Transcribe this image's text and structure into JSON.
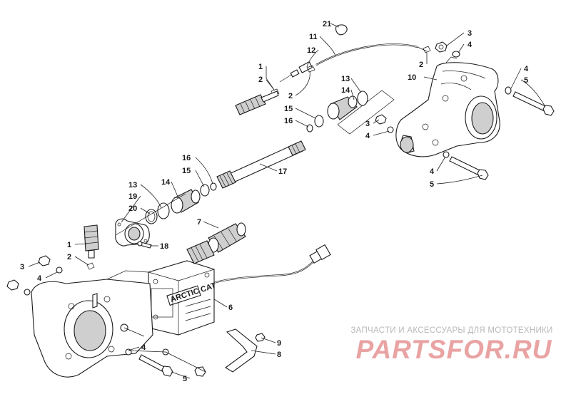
{
  "diagram": {
    "callouts": [
      {
        "id": "c21a",
        "label": "21"
      },
      {
        "id": "c11a",
        "label": "11"
      },
      {
        "id": "c12a",
        "label": "12"
      },
      {
        "id": "c1a",
        "label": "1"
      },
      {
        "id": "c2a",
        "label": "2"
      },
      {
        "id": "c2b",
        "label": "2"
      },
      {
        "id": "c2c",
        "label": "2"
      },
      {
        "id": "c3a",
        "label": "3"
      },
      {
        "id": "c4a",
        "label": "4"
      },
      {
        "id": "c10a",
        "label": "10"
      },
      {
        "id": "c4b",
        "label": "4"
      },
      {
        "id": "c5a",
        "label": "5"
      },
      {
        "id": "c13a",
        "label": "13"
      },
      {
        "id": "c14a",
        "label": "14"
      },
      {
        "id": "c15a",
        "label": "15"
      },
      {
        "id": "c16a",
        "label": "16"
      },
      {
        "id": "c3b",
        "label": "3"
      },
      {
        "id": "c4c",
        "label": "4"
      },
      {
        "id": "c16b",
        "label": "16"
      },
      {
        "id": "c15b",
        "label": "15"
      },
      {
        "id": "c17a",
        "label": "17"
      },
      {
        "id": "c4d",
        "label": "4"
      },
      {
        "id": "c5b",
        "label": "5"
      },
      {
        "id": "c13b",
        "label": "13"
      },
      {
        "id": "c19a",
        "label": "19"
      },
      {
        "id": "c14b",
        "label": "14"
      },
      {
        "id": "c20a",
        "label": "20"
      },
      {
        "id": "c7a",
        "label": "7"
      },
      {
        "id": "c1b",
        "label": "1"
      },
      {
        "id": "c18a",
        "label": "18"
      },
      {
        "id": "c2d",
        "label": "2"
      },
      {
        "id": "c3c",
        "label": "3"
      },
      {
        "id": "c4e",
        "label": "4"
      },
      {
        "id": "c6a",
        "label": "6"
      },
      {
        "id": "c4f",
        "label": "4"
      },
      {
        "id": "c9a",
        "label": "9"
      },
      {
        "id": "c8a",
        "label": "8"
      },
      {
        "id": "c5c",
        "label": "5"
      }
    ],
    "housing_plate": "ARCTIC CAT"
  },
  "watermark": {
    "tagline": "ЗАПЧАСТИ И АКСЕССУАРЫ ДЛЯ МОТОТЕХНИКИ",
    "logo": "PARTSFOR.RU"
  }
}
